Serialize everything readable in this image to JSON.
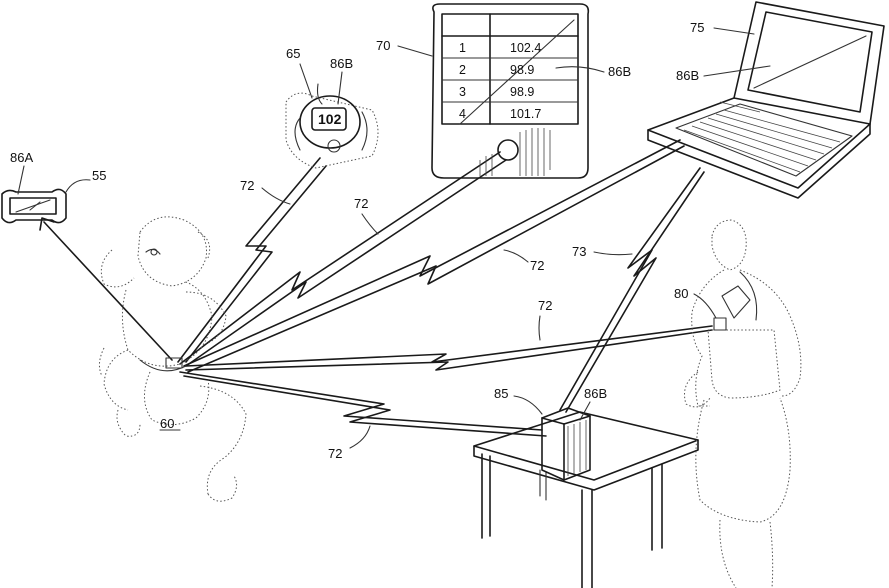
{
  "labels": {
    "l86a": "86A",
    "l55": "55",
    "l65": "65",
    "l86b_watch": "86B",
    "l70": "70",
    "l86b_table": "86B",
    "l75": "75",
    "l86b_laptop": "86B",
    "l72_a": "72",
    "l72_b": "72",
    "l72_c": "72",
    "l72_d": "72",
    "l72_e": "72",
    "l73": "73",
    "l80": "80",
    "l85": "85",
    "l86b_base": "86B",
    "l60": "60"
  },
  "watch": {
    "reading": "102"
  },
  "monitor_table": {
    "rows": [
      {
        "index": "1",
        "value": "102.4"
      },
      {
        "index": "2",
        "value": "98.9"
      },
      {
        "index": "3",
        "value": "98.9"
      },
      {
        "index": "4",
        "value": "101.7"
      }
    ]
  },
  "icons": {
    "patch": "thermometer-patch-icon",
    "watch": "wrist-display-icon",
    "monitor": "handheld-monitor-icon",
    "laptop": "laptop-icon",
    "base": "base-station-icon",
    "table": "table-icon",
    "infant": "infant-icon",
    "caregiver": "caregiver-icon",
    "signal": "wireless-signal-icon"
  }
}
